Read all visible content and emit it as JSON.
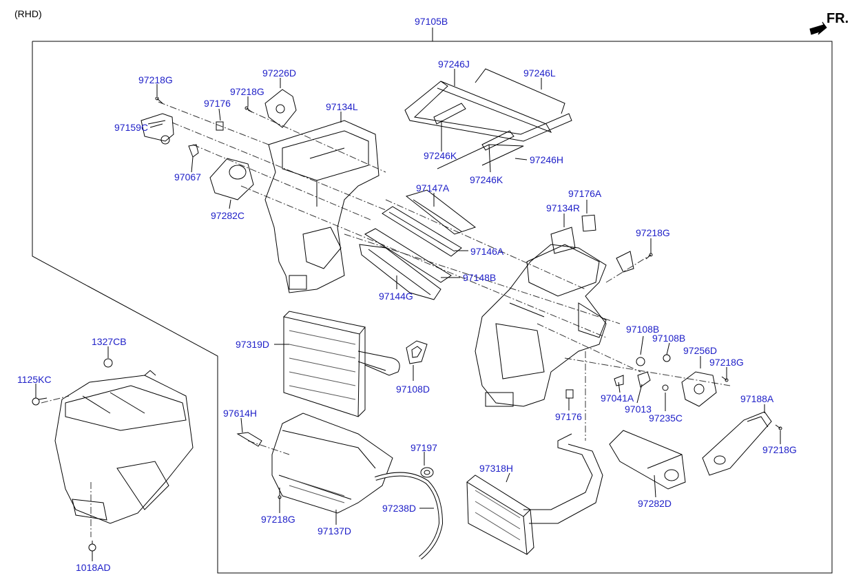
{
  "variant_note": "(RHD)",
  "direction_label": "FR.",
  "assembly_label": "97105B",
  "labels": {
    "l_97218G_a": "97218G",
    "l_97226D": "97226D",
    "l_97218G_b": "97218G",
    "l_97176_a": "97176",
    "l_97134L": "97134L",
    "l_97159C": "97159C",
    "l_97067": "97067",
    "l_97282C": "97282C",
    "l_97246J": "97246J",
    "l_97246L": "97246L",
    "l_97246K_a": "97246K",
    "l_97246K_b": "97246K",
    "l_97246H": "97246H",
    "l_97147A": "97147A",
    "l_97146A": "97146A",
    "l_97148B": "97148B",
    "l_97144G": "97144G",
    "l_97176A": "97176A",
    "l_97134R": "97134R",
    "l_97218G_c": "97218G",
    "l_97319D": "97319D",
    "l_97108D": "97108D",
    "l_97108B_a": "97108B",
    "l_97108B_b": "97108B",
    "l_97256D": "97256D",
    "l_97218G_d": "97218G",
    "l_97041A": "97041A",
    "l_97013": "97013",
    "l_97235C": "97235C",
    "l_97176_b": "97176",
    "l_97188A": "97188A",
    "l_97218G_e": "97218G",
    "l_1327CB": "1327CB",
    "l_1125KC": "1125KC",
    "l_97614H": "97614H",
    "l_97197": "97197",
    "l_97318H": "97318H",
    "l_97282D": "97282D",
    "l_97238D": "97238D",
    "l_97218G_f": "97218G",
    "l_97137D": "97137D",
    "l_1018AD": "1018AD"
  }
}
